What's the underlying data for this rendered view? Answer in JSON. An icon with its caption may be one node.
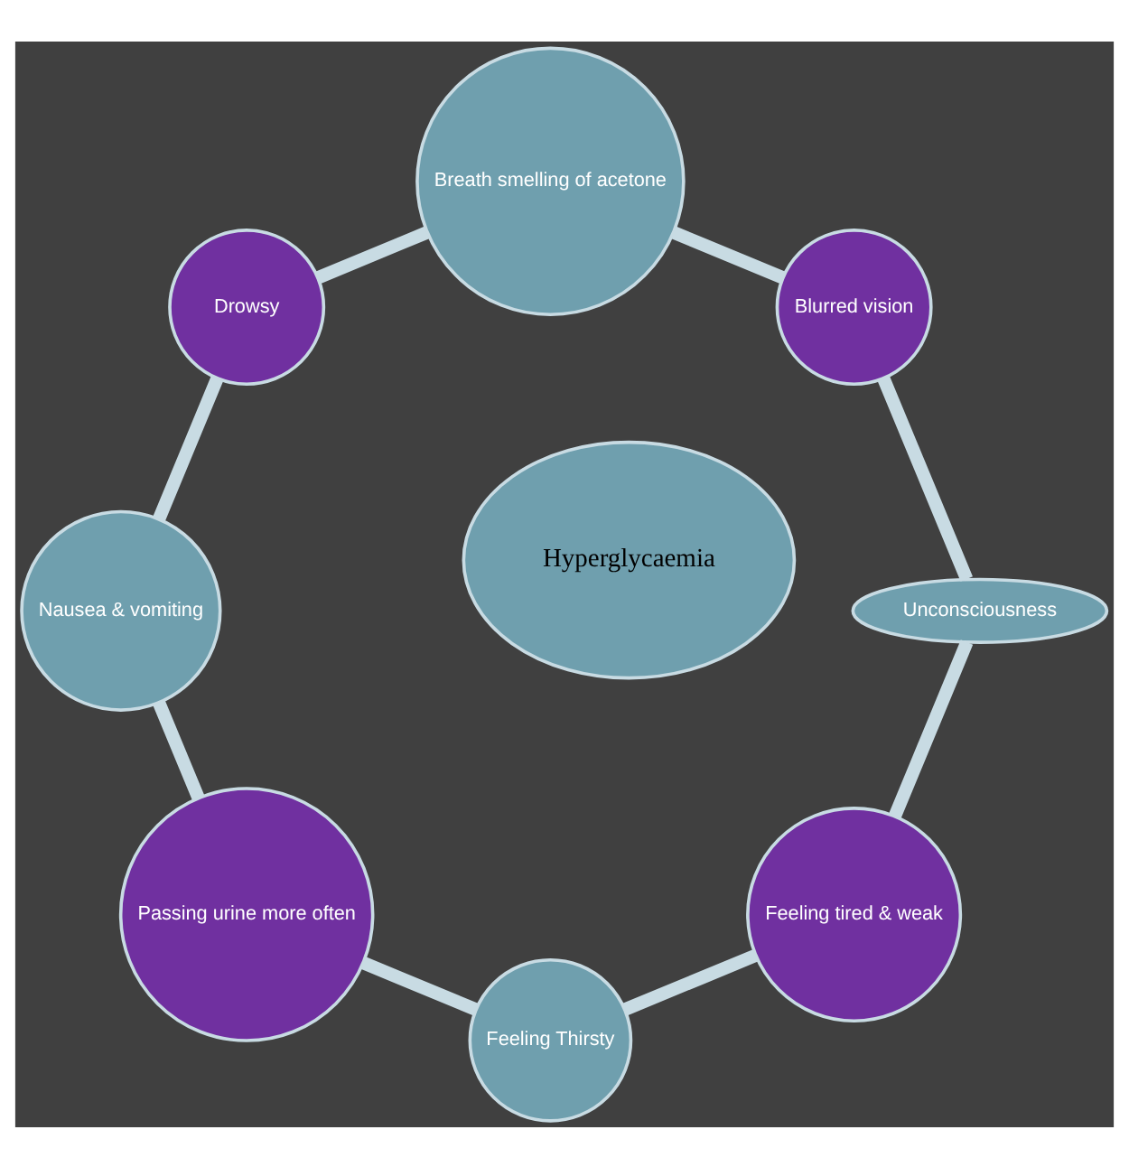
{
  "diagram": {
    "nodes": [
      {
        "text": [
          "Hyperglycaemia"
        ]
      },
      {
        "text": [
          "Feeling tired & weak"
        ]
      },
      {
        "text": [
          "Feeling Thirsty"
        ]
      },
      {
        "text": [
          "Passing urine more often"
        ]
      },
      {
        "text": [
          "Nausea & vomiting"
        ]
      },
      {
        "text": [
          "Drowsy"
        ]
      },
      {
        "text": [
          "Breath smelling of acetone"
        ]
      },
      {
        "text": [
          "Blurred vision"
        ]
      },
      {
        "text": [
          "Unconsciousness"
        ]
      }
    ],
    "edges": [
      {
        "from": 1,
        "to": 2,
        "arrow": "none"
      },
      {
        "from": 2,
        "to": 3,
        "arrow": "none"
      },
      {
        "from": 3,
        "to": 4,
        "arrow": "none"
      },
      {
        "from": 4,
        "to": 5,
        "arrow": "none"
      },
      {
        "from": 5,
        "to": 6,
        "arrow": "none"
      },
      {
        "from": 6,
        "to": 7,
        "arrow": "none"
      },
      {
        "from": 7,
        "to": 8,
        "arrow": "none"
      },
      {
        "from": 8,
        "to": 1,
        "arrow": "none"
      }
    ]
  }
}
